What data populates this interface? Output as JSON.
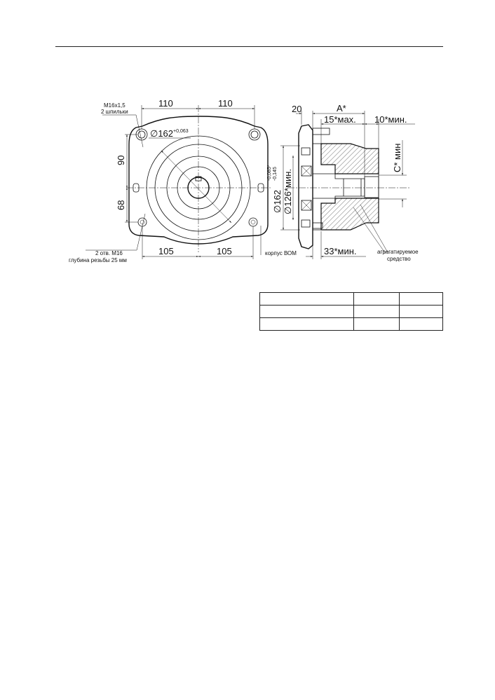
{
  "front_view": {
    "dim_top_left": "110",
    "dim_top_right": "110",
    "dim_upper_vertical": "90",
    "dim_lower_vertical": "68",
    "dim_bottom_left": "105",
    "dim_bottom_right": "105",
    "diameter": {
      "symbol": "∅",
      "value": "162",
      "tolerance": "+0,063"
    },
    "callout_studs": {
      "line1": "M16x1,5",
      "line2": "2 шпильки"
    },
    "callout_holes": {
      "line1": "2 отв. M16",
      "line2": "глубина резьбы 25 мм"
    }
  },
  "side_view": {
    "dim_20": "20",
    "dim_A": "A*",
    "dim_15": "15*мах.",
    "dim_10": "10*мин.",
    "dim_C": "C* мин",
    "dim_33": "33*мин.",
    "diameter_162": {
      "symbol": "∅",
      "value": "162",
      "tol_upper": "-0,085*",
      "tol_lower": "-0,145"
    },
    "diameter_126": {
      "symbol": "∅",
      "value": "126*мин."
    },
    "label_housing": "корпус ВОМ",
    "label_unit": {
      "line1": "агрегатируемое",
      "line2": "средство"
    }
  },
  "table": {
    "rows": 3,
    "columns": 3
  }
}
